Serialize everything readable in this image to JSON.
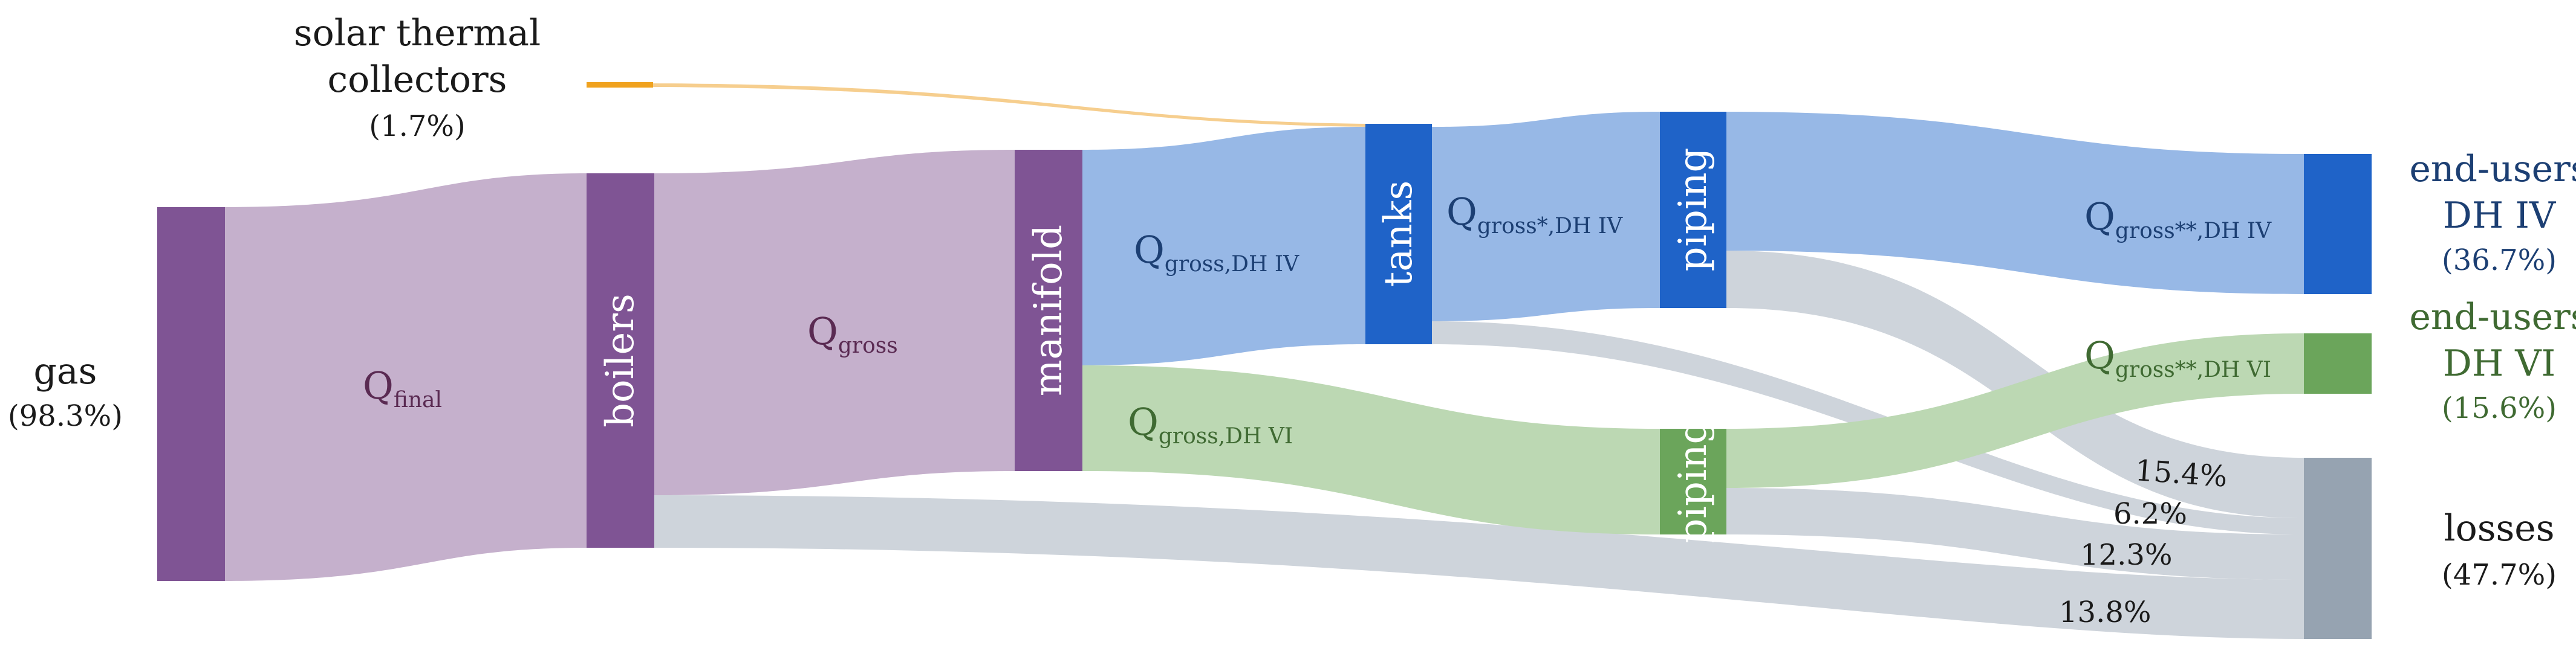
{
  "colors": {
    "purple_node": "#7f5494",
    "purple_flow": "#c5b0cc",
    "blue_node": "#1f63c8",
    "blue_flow": "#97b8e6",
    "green_node": "#6ba55b",
    "green_flow": "#bcd8b3",
    "grey_flow": "#ced4db",
    "grey_node": "#96a3b1",
    "solar_node": "#f0a21e",
    "solar_flow": "#f6ce8e",
    "text_dark": "#1a1a1a",
    "text_purple": "#5a2a52",
    "text_blue": "#1c3f73",
    "text_green": "#3f6a32"
  },
  "sources": {
    "gas": {
      "name": "gas",
      "pct": "(98.3%)"
    },
    "solar": {
      "line1": "solar thermal",
      "line2": "collectors",
      "pct": "(1.7%)"
    }
  },
  "nodes": {
    "boilers": "boilers",
    "manifold": "manifold",
    "tanks": "tanks",
    "piping_iv": "piping",
    "piping_vi": "piping"
  },
  "flows": {
    "q_final": {
      "main": "Q",
      "sub": "final"
    },
    "q_gross": {
      "main": "Q",
      "sub": "gross"
    },
    "q_gross_dh_iv": {
      "main": "Q",
      "sub": "gross,DH IV"
    },
    "q_gross_dh_vi": {
      "main": "Q",
      "sub": "gross,DH VI"
    },
    "q_gross_star_dh_iv": {
      "main": "Q",
      "sub": "gross*,DH IV"
    },
    "q_gross_2star_dh_iv": {
      "main": "Q",
      "sub": "gross**,DH IV"
    },
    "q_gross_2star_dh_vi": {
      "main": "Q",
      "sub": "gross**,DH VI"
    }
  },
  "loss_labels": {
    "piping_iv": "15.4%",
    "tanks": "6.2%",
    "piping_vi": "12.3%",
    "boilers": "13.8%"
  },
  "sinks": {
    "end_users_iv": {
      "line1": "end-users",
      "line2": "DH IV",
      "pct": "(36.7%)"
    },
    "end_users_vi": {
      "line1": "end-users",
      "line2": "DH VI",
      "pct": "(15.6%)"
    },
    "losses": {
      "name": "losses",
      "pct": "(47.7%)"
    }
  }
}
